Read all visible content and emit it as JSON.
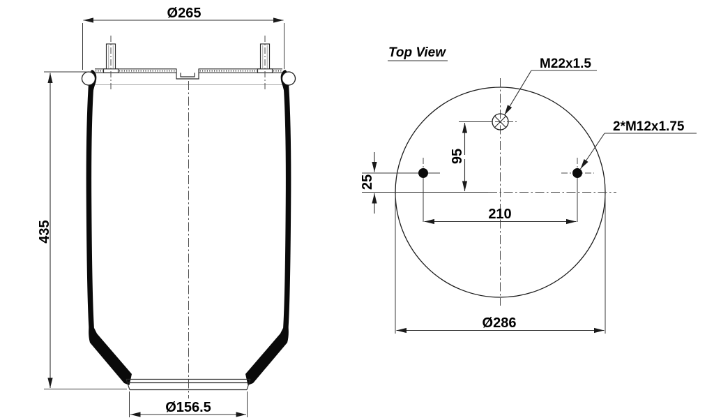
{
  "drawing": {
    "background_color": "#ffffff",
    "ink_color": "#1a1a1a",
    "side_view": {
      "top_diameter": "Ø265",
      "height": "435",
      "bottom_diameter": "Ø156.5"
    },
    "top_view": {
      "title": "Top View",
      "air_port_thread": "M22x1.5",
      "stud_thread": "2*M12x1.75",
      "port_offset": "95",
      "stud_vertical_offset": "25",
      "stud_spacing": "210",
      "outer_diameter": "Ø286"
    }
  }
}
